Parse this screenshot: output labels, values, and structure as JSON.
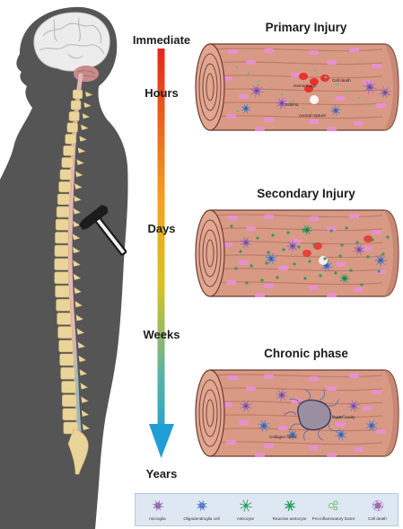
{
  "timeline": {
    "stages": [
      "Immediate",
      "Hours",
      "Days",
      "Weeks",
      "Years"
    ]
  },
  "phases": [
    {
      "title": "Primary Injury",
      "annotations": [
        "Cell death",
        "Hemorrhage",
        "Edema",
        "Axonal rupture"
      ]
    },
    {
      "title": "Secondary Injury",
      "annotations": []
    },
    {
      "title": "Chronic phase",
      "annotations": [
        "Cystic cavity",
        "Collagen fibers"
      ]
    }
  ],
  "legend": [
    {
      "label": "microglia",
      "icon": "microglia-icon",
      "color": "#9b6bb5"
    },
    {
      "label": "Oligodendroglia cell",
      "icon": "oligodendroglia-icon",
      "color": "#5a7fc2"
    },
    {
      "label": "Astrocyte",
      "icon": "astrocyte-icon",
      "color": "#2e9b5f"
    },
    {
      "label": "Reactive astrocyte",
      "icon": "reactive-astrocyte-icon",
      "color": "#2e9b5f"
    },
    {
      "label": "Pro-inflammatory factor",
      "icon": "pro-inflammatory-factor-icon",
      "color": "#6fbf73"
    },
    {
      "label": "Cell death",
      "icon": "cell-death-icon",
      "color": "#a06bb0"
    }
  ],
  "colors": {
    "body": "#555555",
    "brain": "#e9e9e9",
    "spine": "#ead49a",
    "cord": "#e6b5b5",
    "tissue": "#d89a85",
    "timeline_top": "#e8231f",
    "timeline_mid": "#f3a21c",
    "timeline_bottom": "#1f9fd6"
  }
}
